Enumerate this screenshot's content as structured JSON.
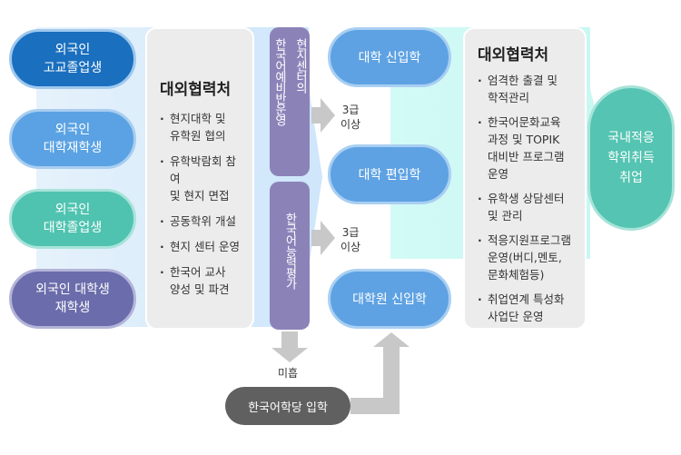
{
  "sources": [
    {
      "label": "외국인\n고교졸업생",
      "color": "#1a6fbf"
    },
    {
      "label": "외국인\n대학재학생",
      "color": "#5aa2e3"
    },
    {
      "label": "외국인\n대학졸업생",
      "color": "#4fc3b0"
    },
    {
      "label": "외국인 대학생\n재학생",
      "color": "#6b6cab"
    }
  ],
  "partner_left": {
    "title": "대외협력처",
    "items": [
      "현지대학 및\n유학원 협의",
      "유학박람회 참여\n및 현지 면접",
      "공동학위 개설",
      "현지 센터 운영",
      "한국어 교사\n양성 및 파견"
    ]
  },
  "bar_top": {
    "col1": "한국어예비반운영",
    "col2": "현지센터의"
  },
  "bar_bottom": {
    "label": "한국어능력평가"
  },
  "grade_top": "3급\n이상",
  "grade_bottom": "3급\n이상",
  "admissions": [
    "대학 신입학",
    "대학 편입학",
    "대학원 신입학"
  ],
  "partner_right": {
    "title": "대외협력처",
    "items": [
      "엄격한 출결 및\n학적관리",
      "한국어문화교육\n과정 및 TOPIK\n대비반 프로그램\n운영",
      "유학생 상담센터\n및 관리",
      "적응지원프로그램\n운영(버디,멘토,\n문화체험등)",
      "취업연계 특성화\n사업단 운영"
    ]
  },
  "final": "국내적응\n학위취득\n취업",
  "fail_label": "미흡",
  "language_school": "한국어학당 입학",
  "colors": {
    "arrow": "#c8c8c8",
    "panel": "#ececec",
    "bar": "#8b83b8",
    "admission": "#5ea2e3",
    "final": "#55c4b2",
    "language_school": "#606060"
  }
}
